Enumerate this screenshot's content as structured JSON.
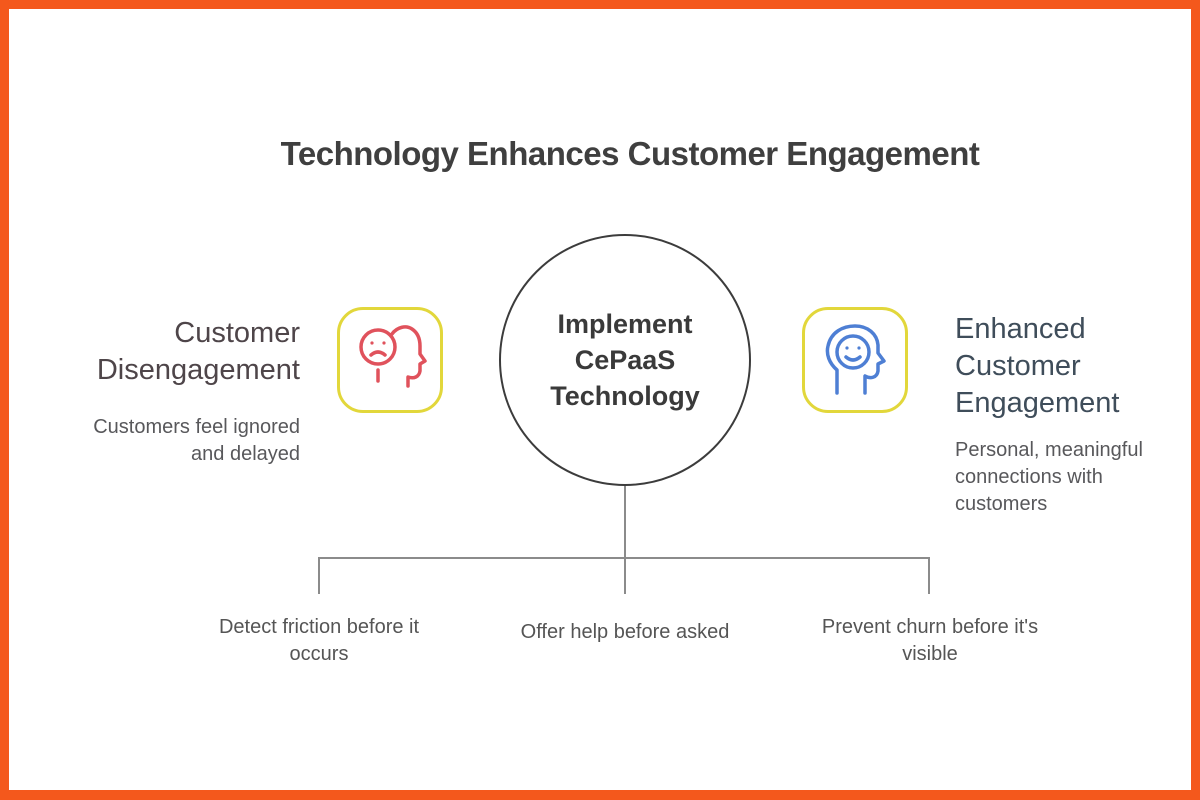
{
  "title": "Technology Enhances Customer Engagement",
  "center_node": {
    "lines": [
      "Implement",
      "CePaaS",
      "Technology"
    ]
  },
  "left_panel": {
    "heading": "Customer\nDisengagement",
    "subtext": "Customers feel ignored\nand delayed",
    "icon": "sad-face-in-head-icon"
  },
  "right_panel": {
    "heading": "Enhanced\nCustomer\nEngagement",
    "subtext": "Personal, meaningful\nconnections with\ncustomers",
    "icon": "smiley-face-in-head-icon"
  },
  "branches": [
    {
      "label": "Detect friction before it\noccurs"
    },
    {
      "label": "Offer help before asked"
    },
    {
      "label": "Prevent churn before it's\nvisible"
    }
  ],
  "colors": {
    "frame_border": "#F4581C",
    "icon_box_border": "#E2D73B",
    "negative_icon": "#E0525C",
    "positive_icon": "#4E7FD4",
    "connector_line": "#8B8B8B"
  }
}
